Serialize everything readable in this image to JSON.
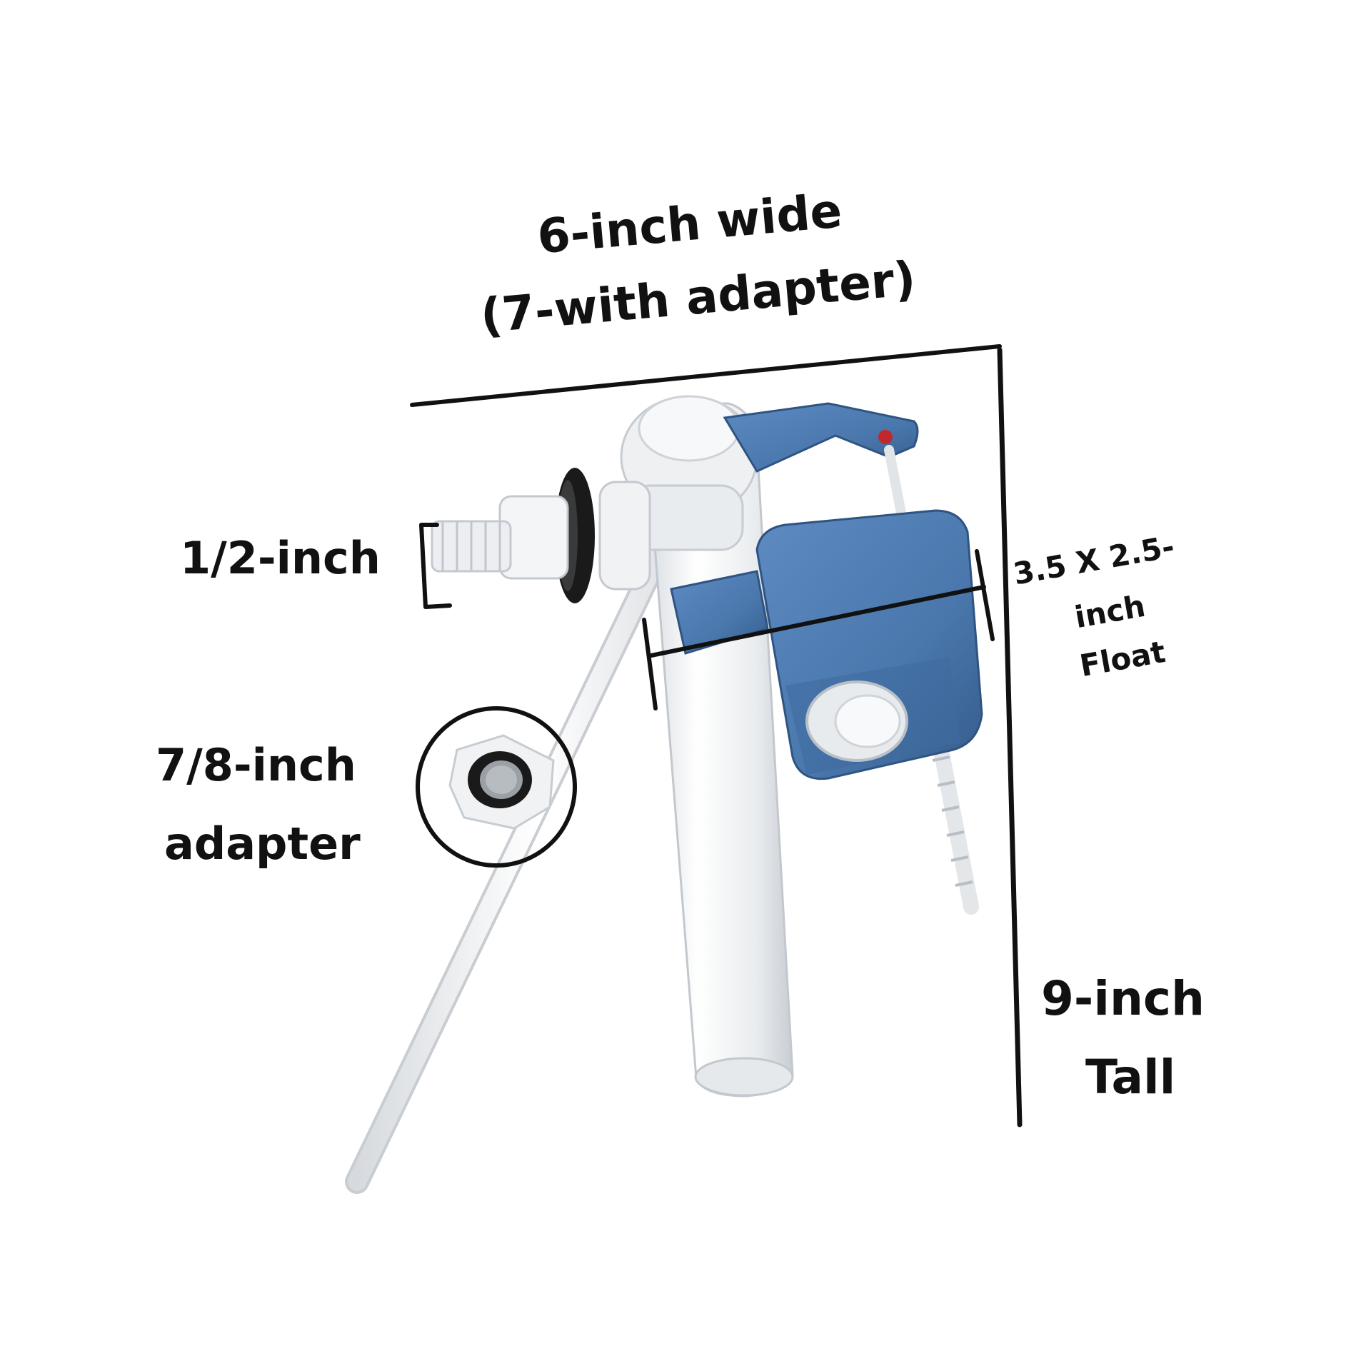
{
  "labels": {
    "width_line1": "6-inch wide",
    "width_line2": "(7-with adapter)",
    "inlet": "1/2-inch",
    "float_line1": "3.5 X 2.5-",
    "float_line2": "inch",
    "float_line3": "Float",
    "adapter_line1": "7/8-inch",
    "adapter_line2": "adapter",
    "height_line1": "9-inch",
    "height_line2": "Tall"
  },
  "colors": {
    "ink": "#111111",
    "float_blue": "#4a78ad",
    "float_blue_dark": "#355b8a",
    "plastic_white": "#eef0f2",
    "gasket_black": "#1a1a1a",
    "accent_red": "#c0282c"
  }
}
